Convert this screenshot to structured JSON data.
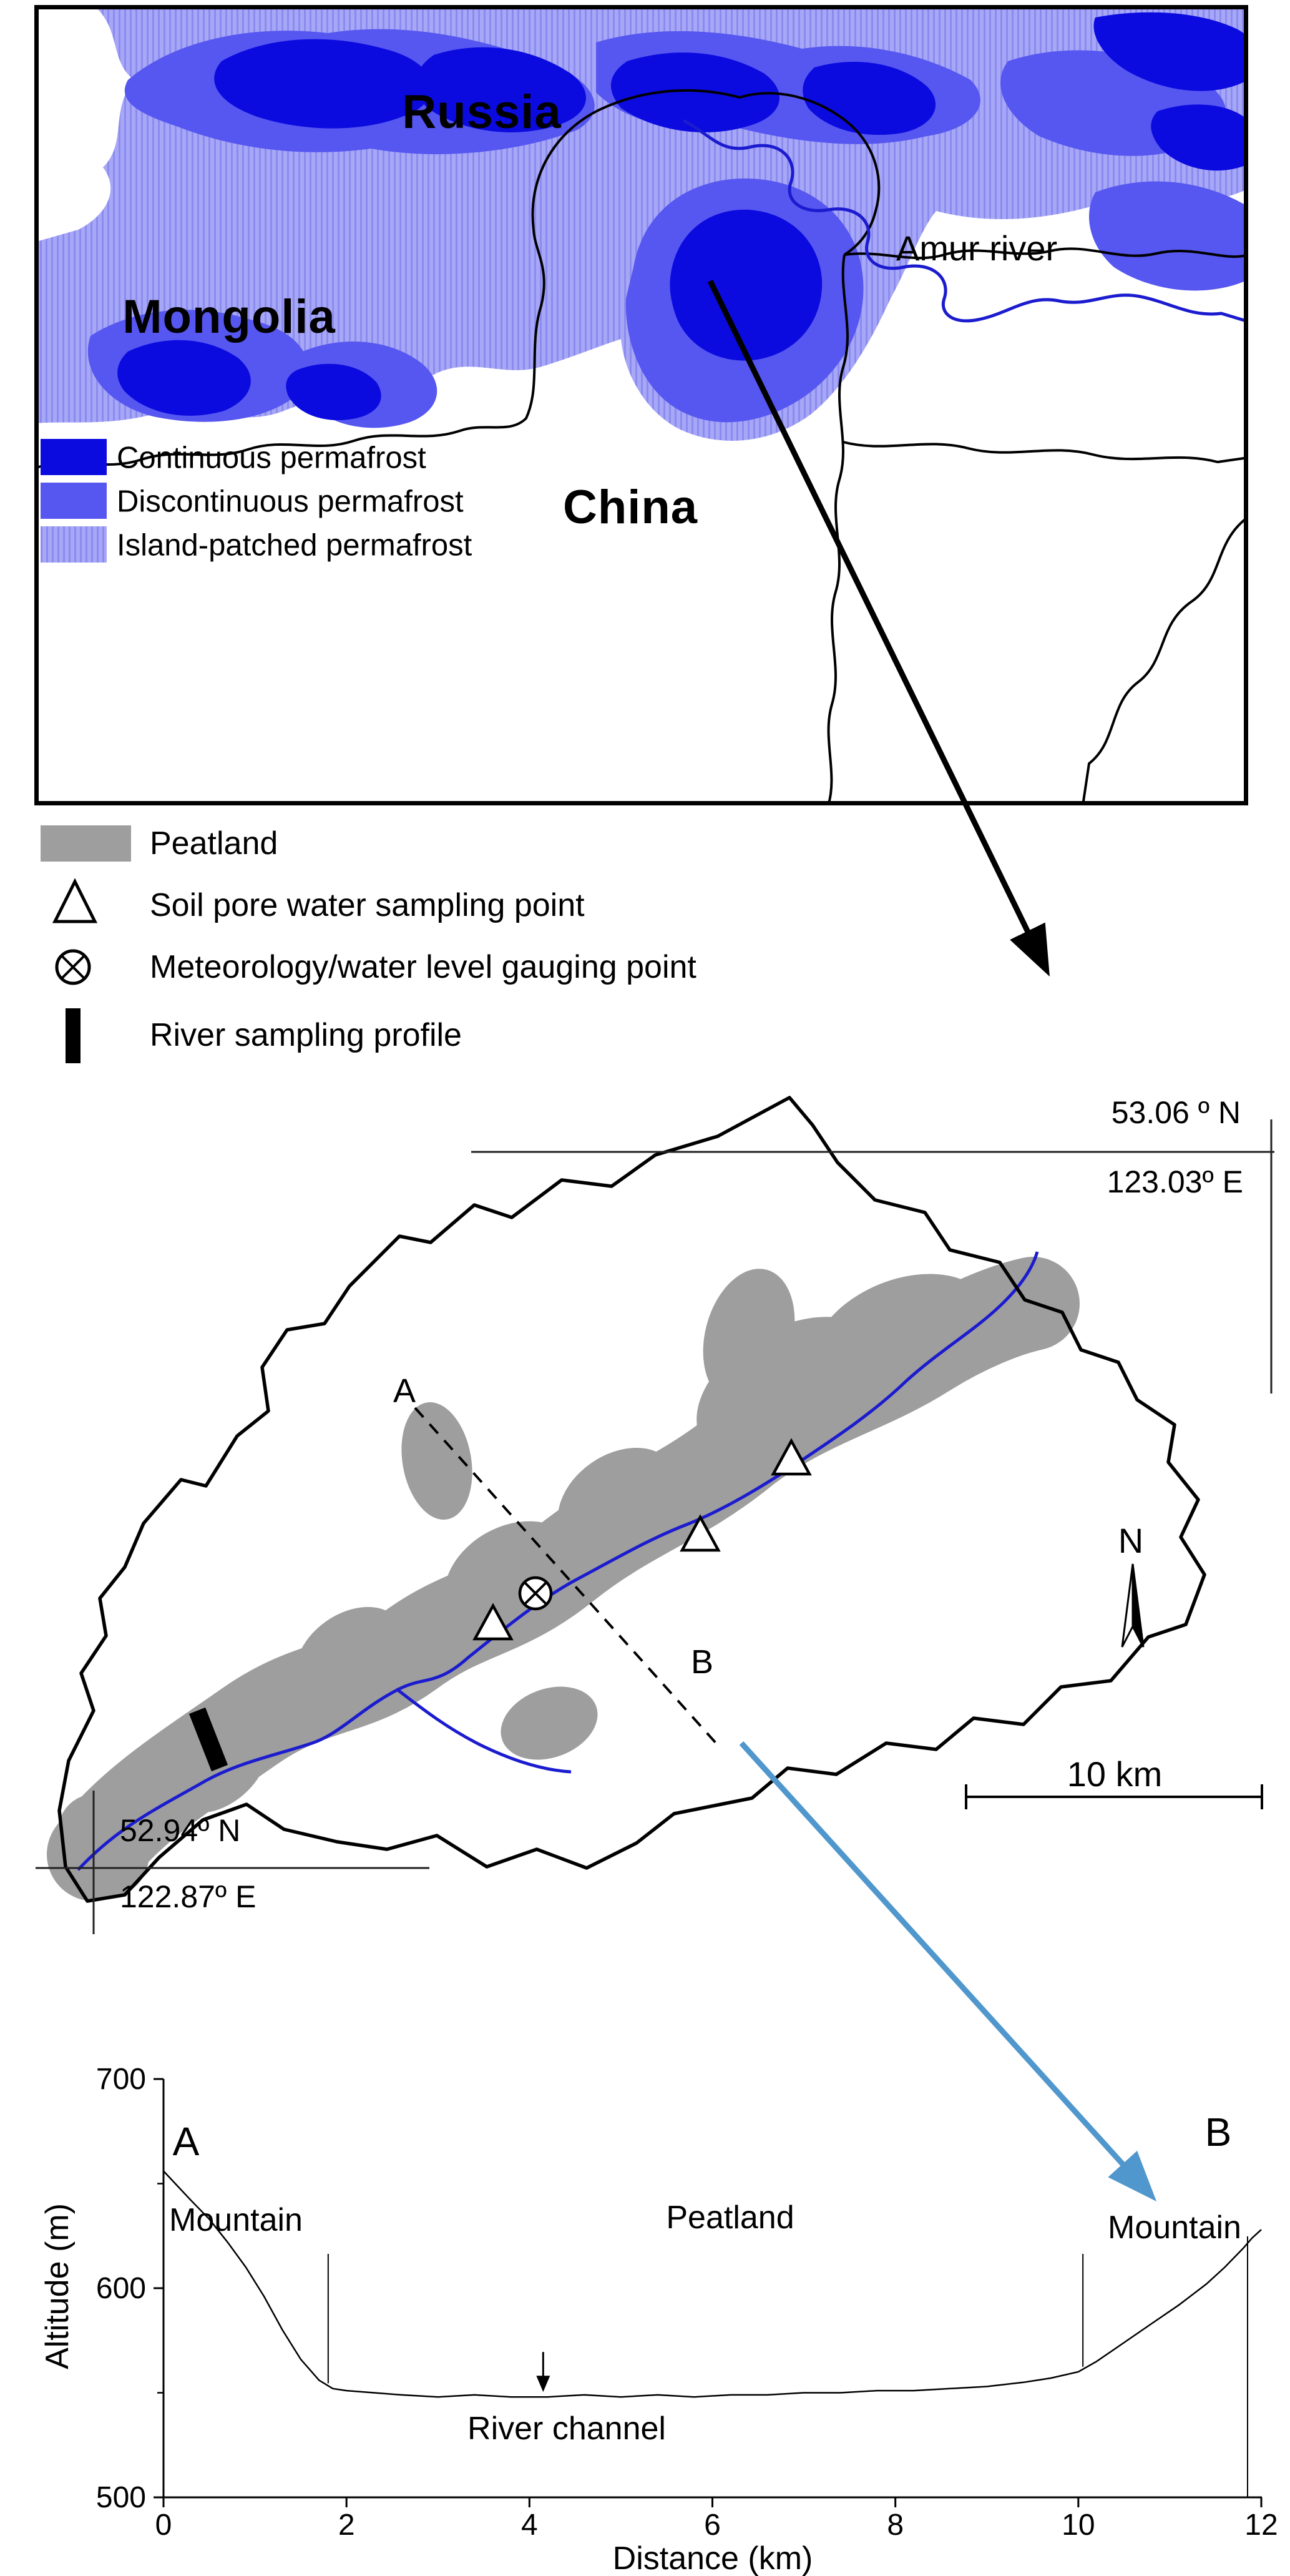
{
  "colors": {
    "continuous_permafrost": "#0b0be0",
    "discontinuous_permafrost": "#5656f0",
    "island_permafrost": "#a7a7f8",
    "island_permafrost_stripe": "#8b8bef",
    "river_blue": "#1b1bcf",
    "peatland_gray": "#9e9e9e",
    "arrow_blue": "#4f97cc"
  },
  "permafrost_map": {
    "labels": {
      "russia": "Russia",
      "mongolia": "Mongolia",
      "china": "China",
      "amur_river": "Amur river"
    },
    "legend": [
      {
        "label": "Continuous permafrost",
        "color": "#0b0be0"
      },
      {
        "label": "Discontinuous permafrost",
        "color": "#5656f0"
      },
      {
        "label": "Island-patched permafrost",
        "color": "#a7a7f8"
      }
    ]
  },
  "site_legend": [
    {
      "symbol": "peatland-swatch",
      "label": "Peatland"
    },
    {
      "symbol": "triangle-marker",
      "label": "Soil pore water sampling point"
    },
    {
      "symbol": "circled-x-marker",
      "label": "Meteorology/water level gauging point"
    },
    {
      "symbol": "profile-bar",
      "label": "River sampling profile"
    }
  ],
  "watershed_map": {
    "labels": {
      "transect_a": "A",
      "transect_b": "B",
      "north": "N",
      "scale_bar": "10 km"
    },
    "coordinates": {
      "top_lat": "53.06 º N",
      "top_lon": "123.03º E",
      "bottom_lat": "52.94º N",
      "bottom_lon": "122.87º E"
    }
  },
  "chart_data": {
    "type": "line",
    "xlabel": "Distance (km)",
    "ylabel": "Altitude (m)",
    "xlim": [
      0,
      12
    ],
    "ylim": [
      500,
      700
    ],
    "xticks": [
      0,
      2,
      4,
      6,
      8,
      10,
      12
    ],
    "yticks": [
      500,
      600,
      700
    ],
    "yticks_minor": [
      550,
      650
    ],
    "grid": false,
    "legend_position": "none",
    "series": [
      {
        "name": "valley-cross-section-elevation",
        "x": [
          0,
          0.15,
          0.3,
          0.5,
          0.7,
          0.9,
          1.1,
          1.3,
          1.5,
          1.7,
          1.85,
          2.0,
          2.3,
          2.6,
          3.0,
          3.4,
          3.8,
          4.2,
          4.6,
          5.0,
          5.4,
          5.8,
          6.2,
          6.6,
          7.0,
          7.4,
          7.8,
          8.2,
          8.6,
          9.0,
          9.4,
          9.7,
          10.0,
          10.2,
          10.5,
          10.8,
          11.1,
          11.4,
          11.6,
          11.8,
          11.9,
          12.0
        ],
        "y": [
          656,
          649,
          642,
          633,
          622,
          610,
          596,
          580,
          566,
          556,
          552,
          551,
          550,
          549,
          548,
          549,
          548,
          548,
          549,
          548,
          549,
          548,
          549,
          549,
          550,
          550,
          551,
          551,
          552,
          553,
          555,
          557,
          560,
          565,
          574,
          583,
          592,
          602,
          610,
          619,
          624,
          628
        ]
      }
    ],
    "annotations": {
      "a": "A",
      "b": "B",
      "mountain_left": "Mountain",
      "peatland": "Peatland",
      "mountain_right": "Mountain",
      "river_channel": "River channel"
    },
    "zone_boundaries_km": [
      1.8,
      10.05
    ],
    "profile_end_line_km": 11.85,
    "river_channel_arrow_km": 4.15
  }
}
